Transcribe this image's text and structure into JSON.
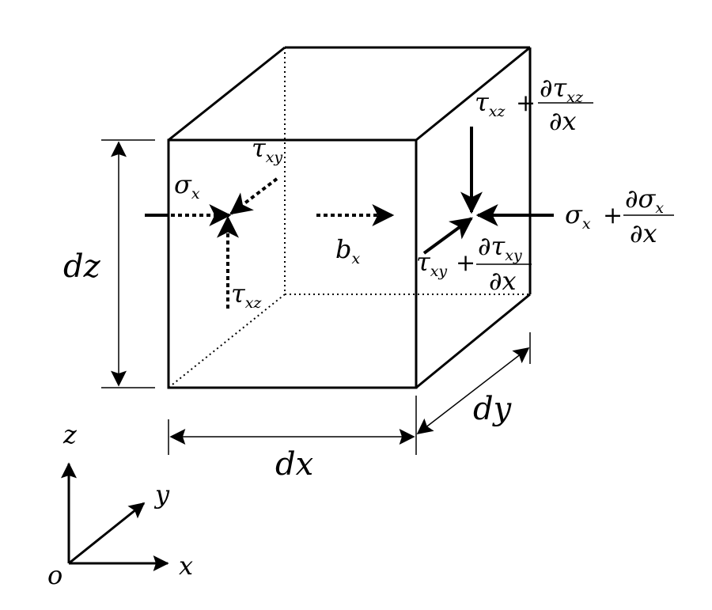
{
  "labels": {
    "dz": "dz",
    "dx": "dx",
    "dy": "dy",
    "axis_z": "z",
    "axis_y": "y",
    "axis_x": "x",
    "origin": "o",
    "sigma": "σ",
    "tau": "τ",
    "b": "b",
    "sub_x": "x",
    "sub_xy": "xy",
    "sub_xz": "xz",
    "plus": "+",
    "partial": "∂"
  }
}
